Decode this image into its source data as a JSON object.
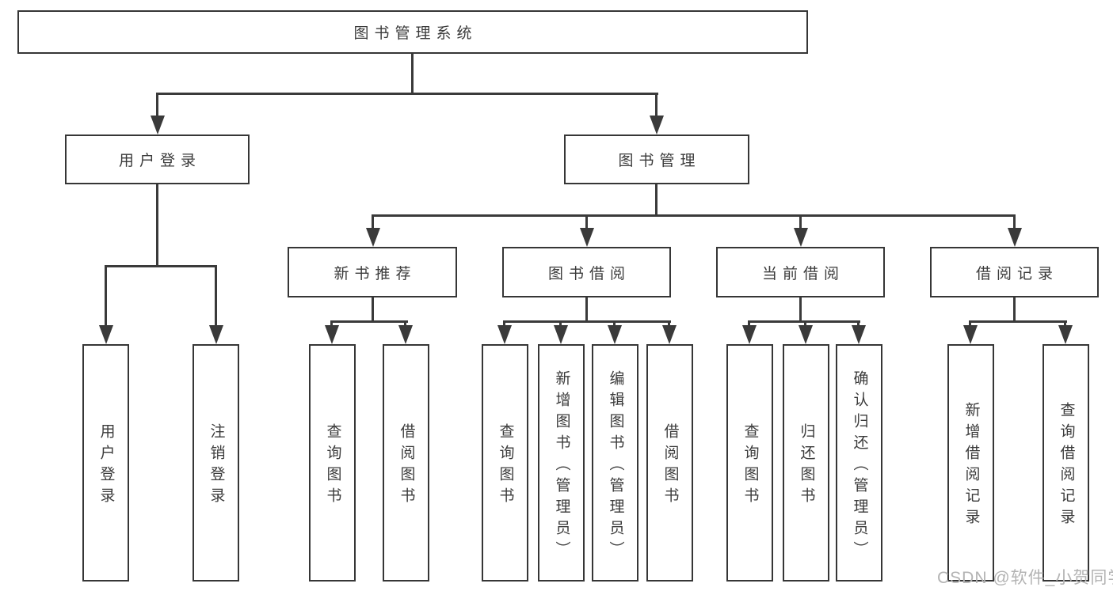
{
  "diagram": {
    "root": {
      "label": "图书管理系统"
    },
    "branches": {
      "user_login": {
        "label": "用户登录",
        "children": {
          "login": {
            "label": "用户登录"
          },
          "logout": {
            "label": "注销登录"
          }
        }
      },
      "book_management": {
        "label": "图书管理",
        "children": {
          "new_book_recommend": {
            "label": "新书推荐",
            "children": {
              "query_books": {
                "label": "查询图书"
              },
              "borrow_books": {
                "label": "借阅图书"
              }
            }
          },
          "book_borrowing": {
            "label": "图书借阅",
            "children": {
              "query_books": {
                "label": "查询图书"
              },
              "add_books": {
                "label": "新增图书（管理员）"
              },
              "edit_books": {
                "label": "编辑图书（管理员）"
              },
              "borrow_books": {
                "label": "借阅图书"
              }
            }
          },
          "current_borrowing": {
            "label": "当前借阅",
            "children": {
              "query_books": {
                "label": "查询图书"
              },
              "return_books": {
                "label": "归还图书"
              },
              "confirm_return": {
                "label": "确认归还（管理员）"
              }
            }
          },
          "borrowing_records": {
            "label": "借阅记录",
            "children": {
              "add_record": {
                "label": "新增借阅记录"
              },
              "query_record": {
                "label": "查询借阅记录"
              }
            }
          }
        }
      }
    },
    "watermark": "CSDN @软件_小贺同学",
    "colors": {
      "line": "#3a3a3a",
      "border": "#363636",
      "text": "#3b3b3b",
      "watermark": "#b3b3b3",
      "background": "#ffffff"
    }
  }
}
